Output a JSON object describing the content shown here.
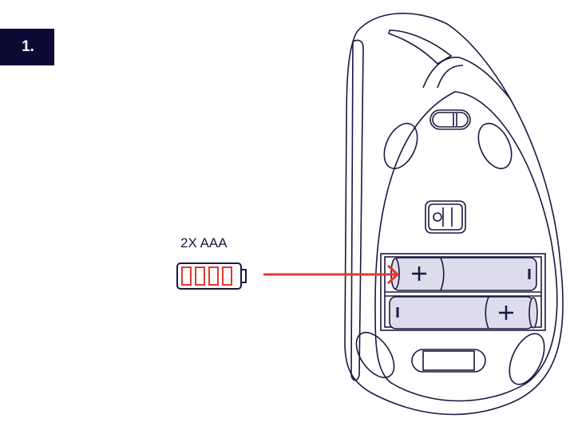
{
  "step": {
    "number_label": "1."
  },
  "battery_callout": {
    "label": "2X AAA",
    "icon": "battery-icon",
    "bar_count": 4,
    "bar_color": "#e03a2e"
  },
  "arrow": {
    "color": "#e03a2e",
    "direction": "right"
  },
  "device": {
    "name": "vertical mouse underside",
    "line_color": "#1a1840",
    "battery_fill": "#dcdcec",
    "batteries": [
      {
        "positive_mark": "+",
        "negative_mark": "I"
      },
      {
        "positive_mark": "+",
        "negative_mark": "I"
      }
    ]
  }
}
